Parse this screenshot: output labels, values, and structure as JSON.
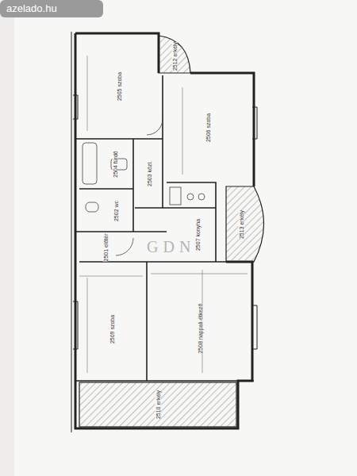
{
  "diagram": {
    "nodes": [
      {
        "text": [
          "2505 szoba"
        ]
      },
      {
        "text": [
          "2512 erkély"
        ]
      },
      {
        "text": [
          "2506 szoba"
        ]
      },
      {
        "text": [
          "2504 fürdő"
        ]
      },
      {
        "text": [
          "2503 közl."
        ]
      },
      {
        "text": [
          "2507 konyha"
        ]
      },
      {
        "text": [
          "2502 wc"
        ]
      },
      {
        "text": [
          "2513 erkély"
        ]
      },
      {
        "text": [
          "2501 előtér"
        ]
      },
      {
        "text": [
          "2509 szoba"
        ]
      },
      {
        "text": [
          "2508 nappali-étkező"
        ]
      },
      {
        "text": [
          "2510 erkély"
        ]
      }
    ],
    "labels": [
      "azelado.hu",
      "GDN"
    ]
  }
}
